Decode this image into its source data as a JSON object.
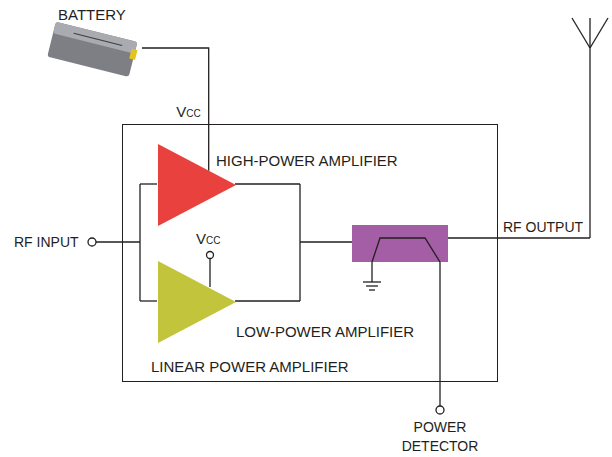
{
  "diagram": {
    "nodes": [
      {
        "text": [
          "BATTERY"
        ]
      },
      {
        "text": [
          "LINEAR POWER AMPLIFIER"
        ]
      },
      {
        "text": [
          "HIGH-POWER AMPLIFIER"
        ],
        "in": 1
      },
      {
        "text": [
          "LOW-POWER AMPLIFIER"
        ],
        "in": 1
      }
    ],
    "edges": [
      {
        "from": 0,
        "to": 2,
        "arrow": "none",
        "label": "VCC"
      }
    ],
    "labels": [
      "VCC",
      "RF INPUT",
      "RF OUTPUT",
      "POWER DETECTOR"
    ]
  }
}
